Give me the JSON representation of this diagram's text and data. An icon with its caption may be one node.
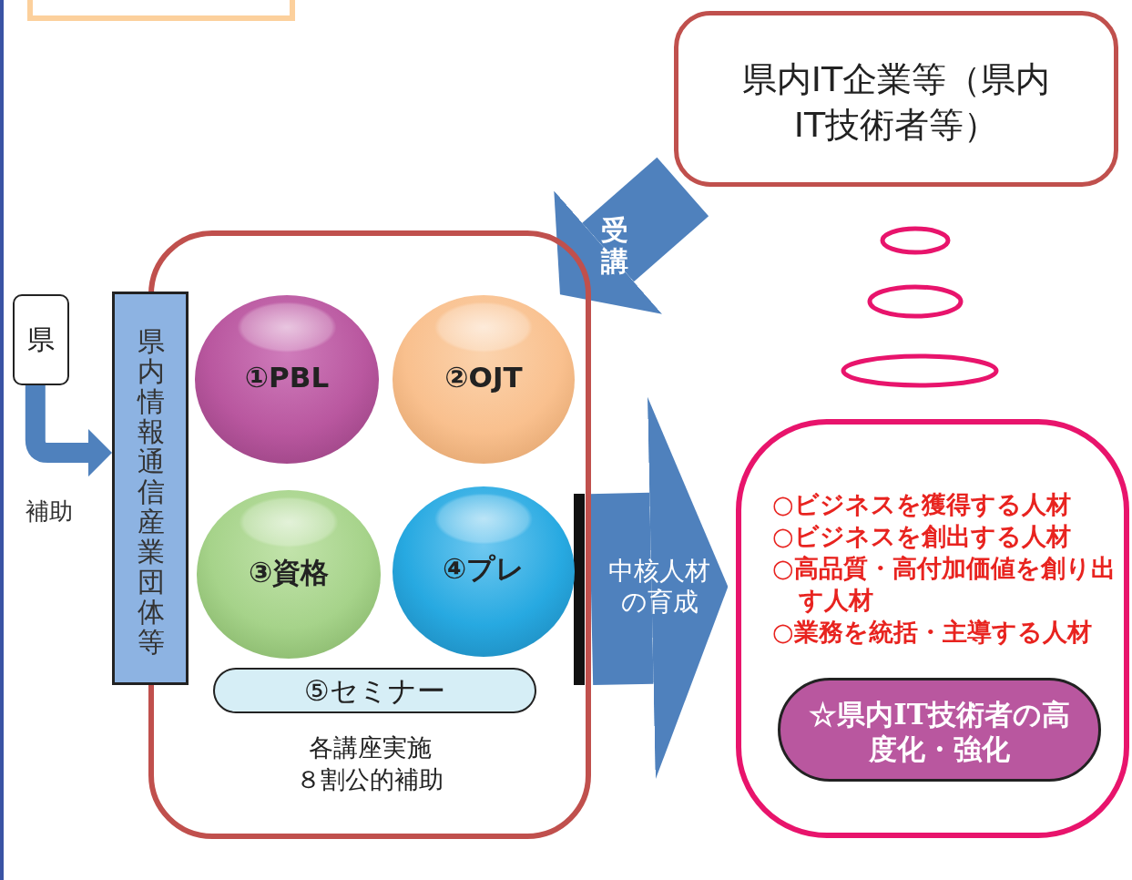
{
  "diagram": {
    "nodes": [
      {
        "text": [
          "県内IT企業等（県内IT技術者等）"
        ]
      },
      {
        "text": [
          "各講座実施",
          "８割公的補助"
        ]
      },
      {
        "text": [
          "県"
        ]
      },
      {
        "text": [
          "県内情報通信産業団体等"
        ]
      },
      {
        "text": [
          "①PBL"
        ],
        "in": 1
      },
      {
        "text": [
          "②OJT"
        ],
        "in": 1
      },
      {
        "text": [
          "③資格"
        ],
        "in": 1
      },
      {
        "text": [
          "④プレ"
        ],
        "in": 1
      },
      {
        "text": [
          "⑤セミナー"
        ],
        "in": 1
      },
      {
        "text": [
          "○ビジネスを獲得する人材",
          "○ビジネスを創出する人材",
          "○高品質・高付加価値を創り出す人材",
          "○業務を統括・主導する人材"
        ]
      },
      {
        "text": [
          "☆県内IT技術者の高度化・強化"
        ],
        "in": 9
      }
    ],
    "edges": [
      {
        "from": 0,
        "to": 1,
        "arrow": "to",
        "label": "受講"
      },
      {
        "from": 2,
        "to": 3,
        "arrow": "to",
        "label": "補助"
      },
      {
        "from": 1,
        "to": 9,
        "arrow": "to",
        "label": "中核人材の育成",
        "style": "thick"
      }
    ]
  }
}
